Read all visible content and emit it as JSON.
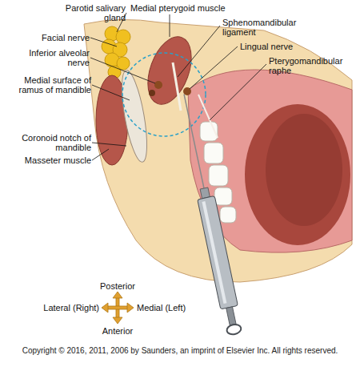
{
  "diagram": {
    "labels": [
      "Parotid salivary gland",
      "Medial pterygoid muscle",
      "Sphenomandibular ligament",
      "Facial nerve",
      "Lingual nerve",
      "Inferior alveolar nerve",
      "Pterygomandibular raphe",
      "Medial surface of ramus of mandible",
      "Coronoid notch of mandible",
      "Masseter muscle",
      "Posterior",
      "Lateral (Right)",
      "Medial (Left)",
      "Anterior",
      "Copyright © 2016, 2011, 2006 by Saunders, an imprint of Elsevier Inc. All rights reserved."
    ]
  }
}
